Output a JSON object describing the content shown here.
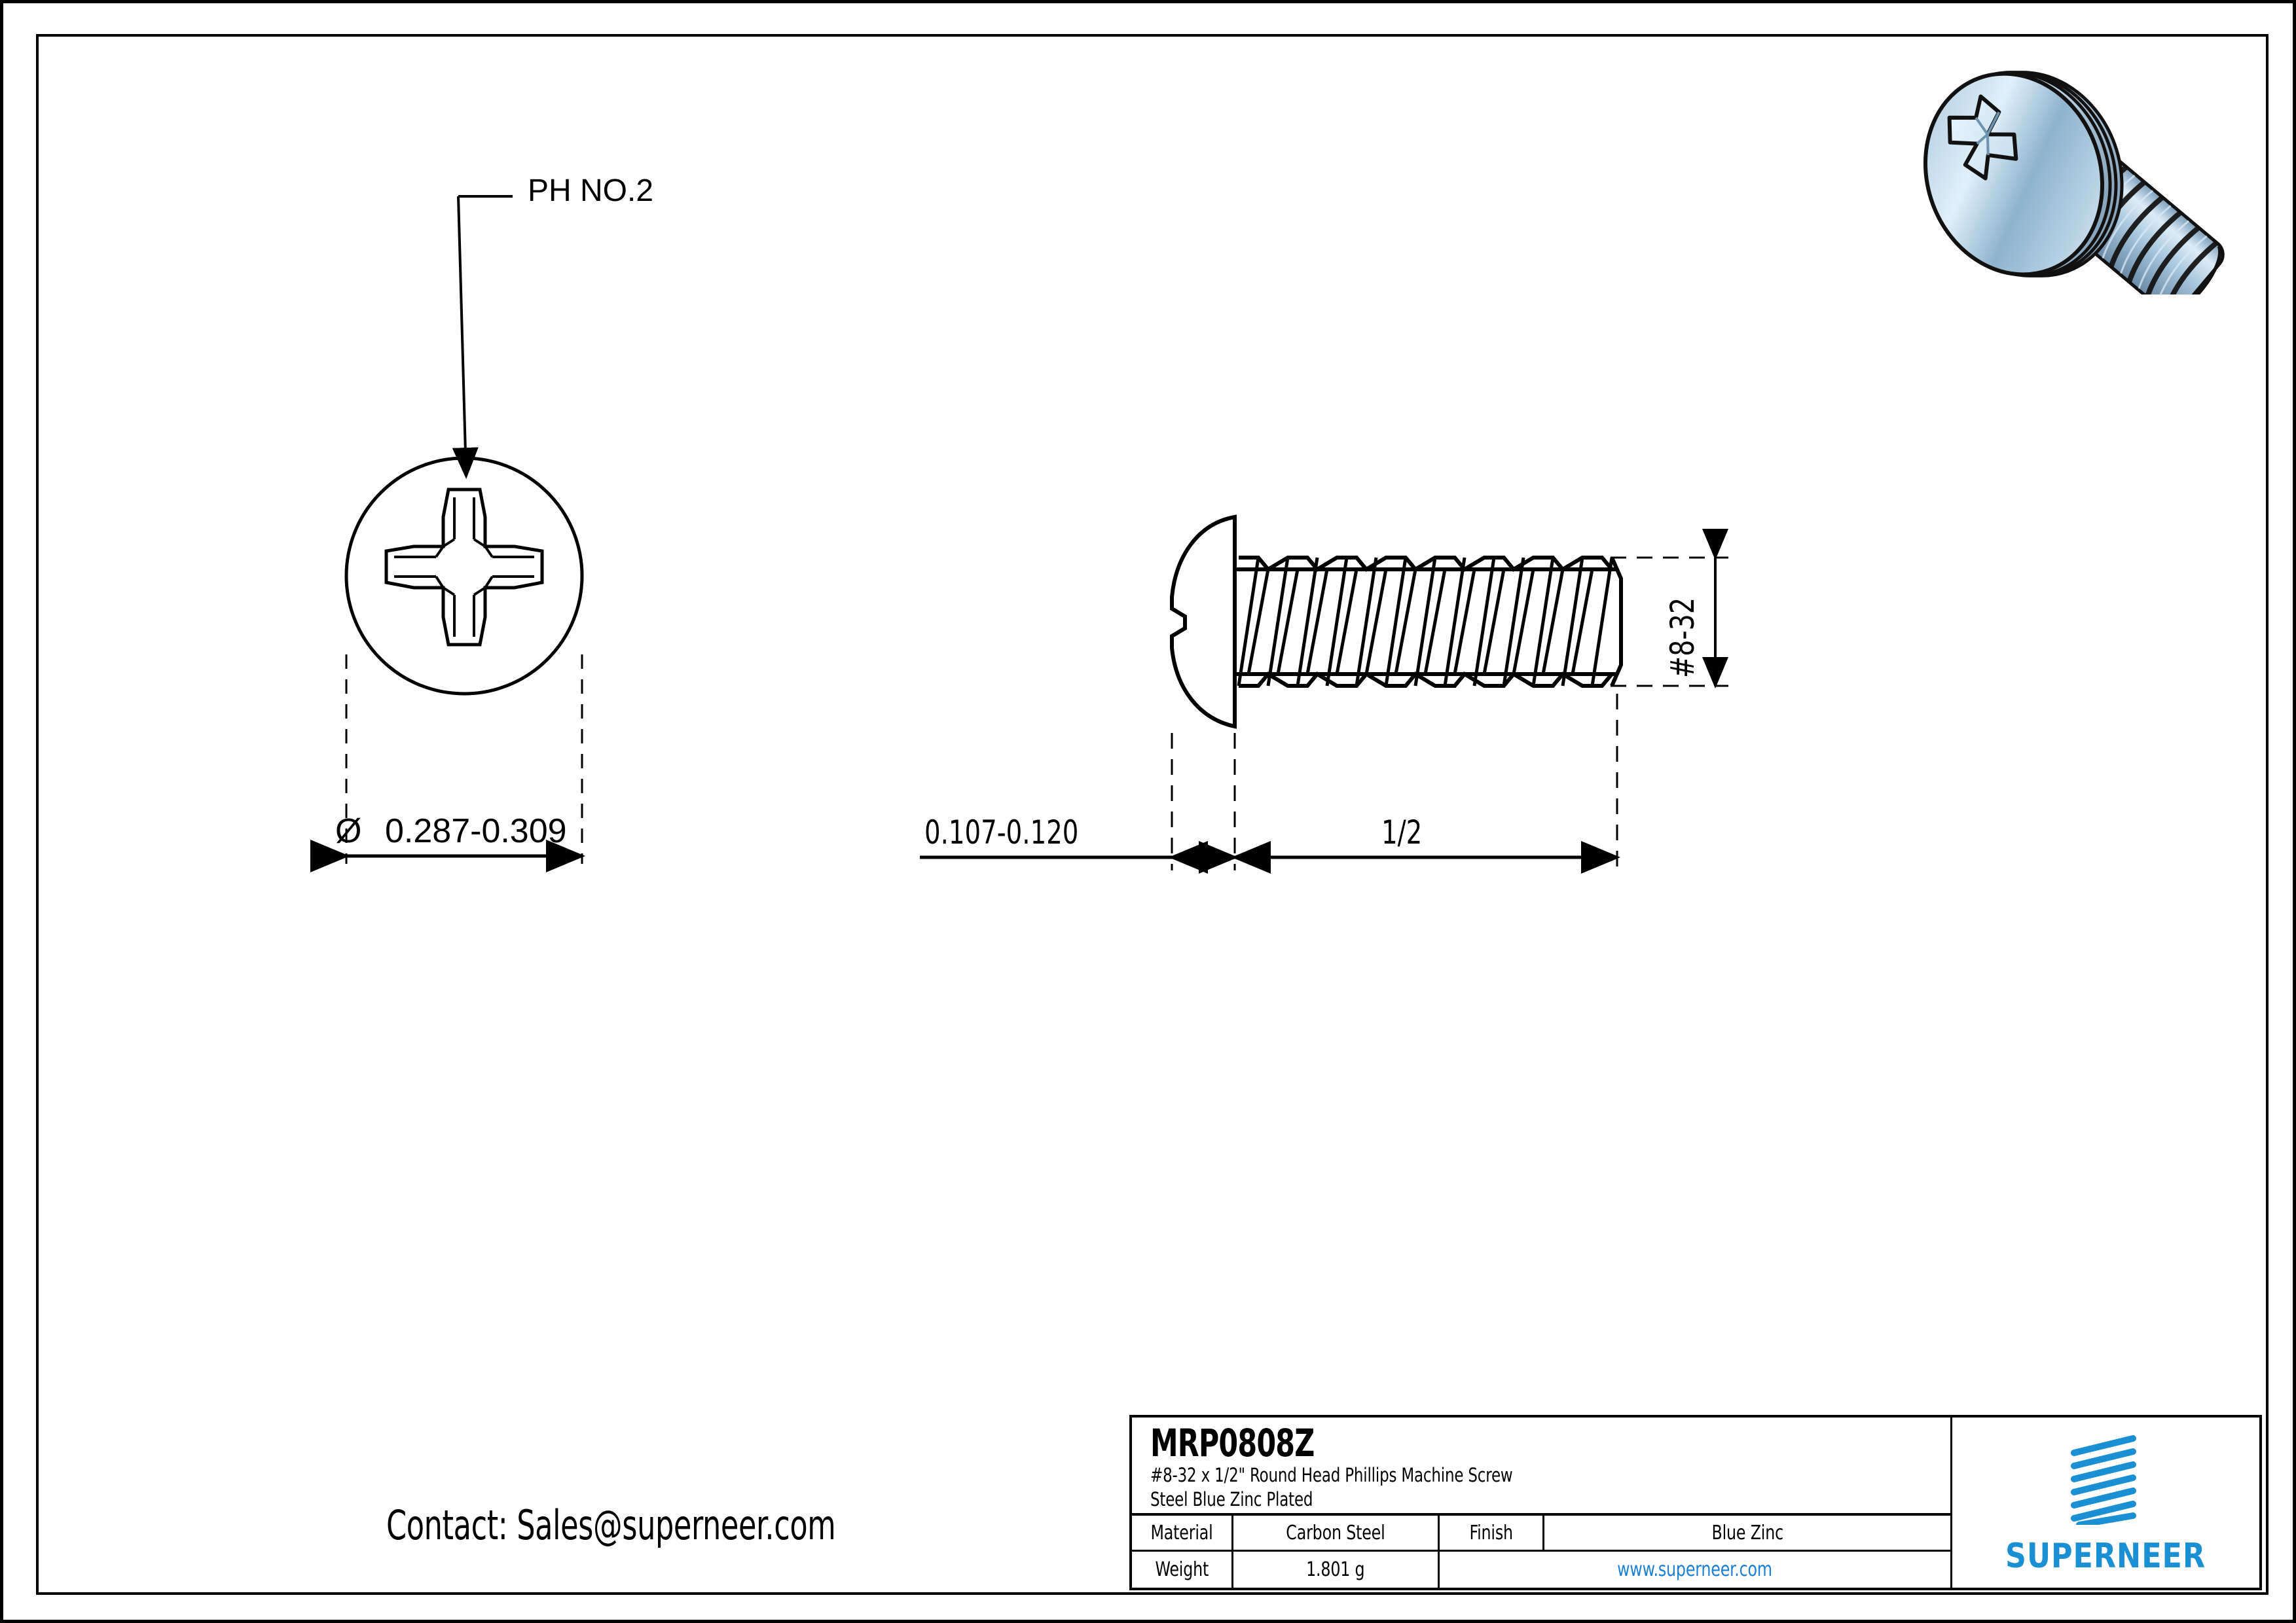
{
  "document": {
    "type": "engineering-drawing",
    "sheet_background": "#ffffff",
    "line_color": "#000000",
    "accent_blue": "#1b8fd4",
    "link_blue": "#1b7fd4"
  },
  "views": {
    "front_view": {
      "name": "head-front-view",
      "callout": "PH NO.2",
      "diameter_dimension": "0.287-0.309",
      "diameter_symbol": "Ø"
    },
    "side_view": {
      "name": "screw-side-view",
      "head_height_dimension": "0.107-0.120",
      "length_dimension": "1/2",
      "thread_dimension": "#8-32"
    }
  },
  "render": {
    "name": "screw-3d-render",
    "alt": "Blue zinc plated round head Phillips machine screw, isometric view",
    "body_light": "#e8f4fb",
    "body_mid": "#a8c6dd",
    "body_dark": "#6f90ad",
    "outline": "#111111"
  },
  "contact": {
    "text": "Contact: Sales@superneer.com"
  },
  "title_block": {
    "part_number": "MRP0808Z",
    "description_line_1": "#8-32 x 1/2\" Round Head Phillips Machine Screw",
    "description_line_2": "Steel Blue Zinc Plated",
    "rows": [
      {
        "label": "Material",
        "value": "Carbon Steel",
        "label2": "Finish",
        "value2": "Blue Zinc"
      },
      {
        "label": "Weight",
        "value": "1.801 g",
        "label2": "",
        "value2": "www.superneer.com"
      }
    ],
    "logo": {
      "wordmark": "SUPERNEER",
      "stripe_count": 7,
      "color": "#1b8fd4"
    }
  }
}
